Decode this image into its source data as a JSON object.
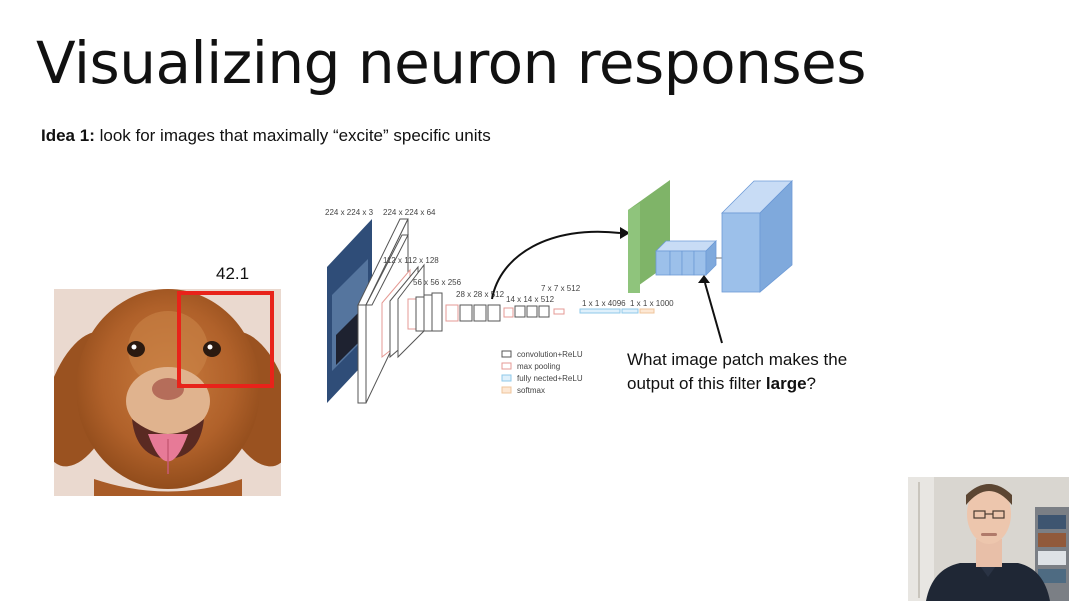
{
  "slide": {
    "title": "Visualizing neuron responses",
    "idea_label": "Idea 1:",
    "idea_text": " look for images that maximally “excite” specific units",
    "activation_score": "42.1",
    "question_line1": "What image patch makes the",
    "question_line2_pre": "output of this filter ",
    "question_line2_bold": "large",
    "question_line2_post": "?"
  },
  "vgg": {
    "dims": {
      "l1": "224 x 224 x 3",
      "l2": "224 x 224 x 64",
      "l3": "112 x 112 x 128",
      "l4": "56 x 56 x 256",
      "l5": "28 x 28 x 512",
      "l6": "14 x 14 x 512",
      "l7": "7 x 7 x 512",
      "fc1": "1 x 1 x 4096",
      "fc2": "1 x 1 x 1000"
    },
    "legend": {
      "conv": "convolution+ReLU",
      "pool": "max pooling",
      "fc": "fully nected+ReLU",
      "softmax": "softmax"
    }
  },
  "colors": {
    "highlight_box": "#e8231a",
    "filter_green": "#8fc47c",
    "block_blue": "#9cc0ea"
  }
}
